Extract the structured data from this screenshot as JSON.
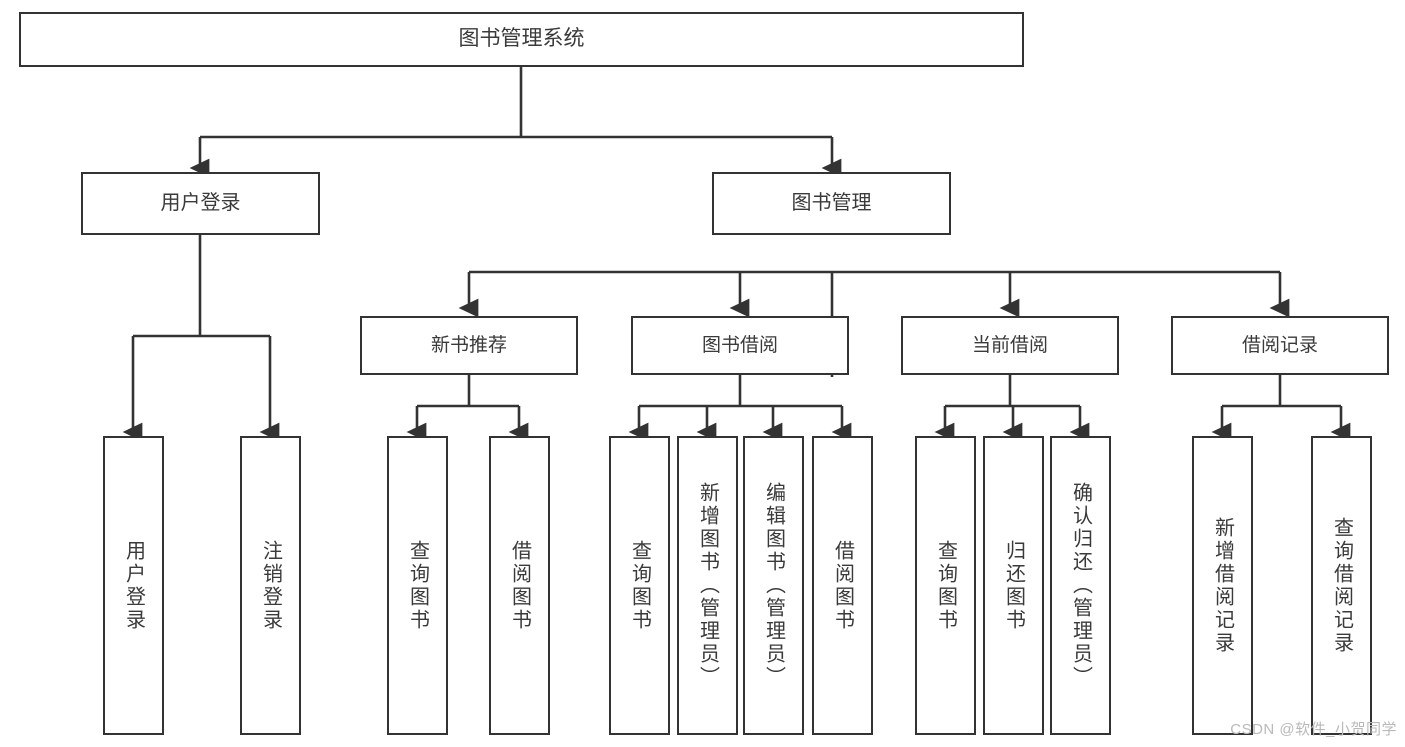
{
  "diagram": {
    "type": "tree-hierarchy",
    "title": "图书管理系统",
    "root": {
      "id": "root",
      "label": "图书管理系统"
    },
    "level1": [
      {
        "id": "user-login",
        "label": "用户登录"
      },
      {
        "id": "book-management",
        "label": "图书管理"
      }
    ],
    "level2": [
      {
        "id": "new-book-recommend",
        "label": "新书推荐",
        "parent": "book-management"
      },
      {
        "id": "book-borrow",
        "label": "图书借阅",
        "parent": "book-management"
      },
      {
        "id": "current-borrow",
        "label": "当前借阅",
        "parent": "book-management"
      },
      {
        "id": "borrow-record",
        "label": "借阅记录",
        "parent": "book-management"
      }
    ],
    "leaves": [
      {
        "id": "leaf-user-login",
        "label": "用户登录",
        "parent": "user-login"
      },
      {
        "id": "leaf-logout",
        "label": "注销登录",
        "parent": "user-login"
      },
      {
        "id": "leaf-query-book-1",
        "label": "查询图书",
        "parent": "new-book-recommend"
      },
      {
        "id": "leaf-borrow-book-1",
        "label": "借阅图书",
        "parent": "new-book-recommend"
      },
      {
        "id": "leaf-query-book-2",
        "label": "查询图书",
        "parent": "book-borrow"
      },
      {
        "id": "leaf-add-book",
        "label": "新增图书（管理员）",
        "parent": "book-borrow"
      },
      {
        "id": "leaf-edit-book",
        "label": "编辑图书（管理员）",
        "parent": "book-borrow"
      },
      {
        "id": "leaf-borrow-book-2",
        "label": "借阅图书",
        "parent": "book-borrow"
      },
      {
        "id": "leaf-query-book-3",
        "label": "查询图书",
        "parent": "current-borrow"
      },
      {
        "id": "leaf-return-book",
        "label": "归还图书",
        "parent": "current-borrow"
      },
      {
        "id": "leaf-confirm-return",
        "label": "确认归还（管理员）",
        "parent": "current-borrow"
      },
      {
        "id": "leaf-add-record",
        "label": "新增借阅记录",
        "parent": "borrow-record"
      },
      {
        "id": "leaf-query-record",
        "label": "查询借阅记录",
        "parent": "borrow-record"
      }
    ]
  },
  "colors": {
    "stroke": "#333333",
    "box_fill": "#ffffff",
    "text": "#3a3a3a",
    "background": "#ffffff",
    "watermark": "#b9b9b9"
  },
  "watermark": {
    "text": "CSDN @软件_小贺同学"
  }
}
